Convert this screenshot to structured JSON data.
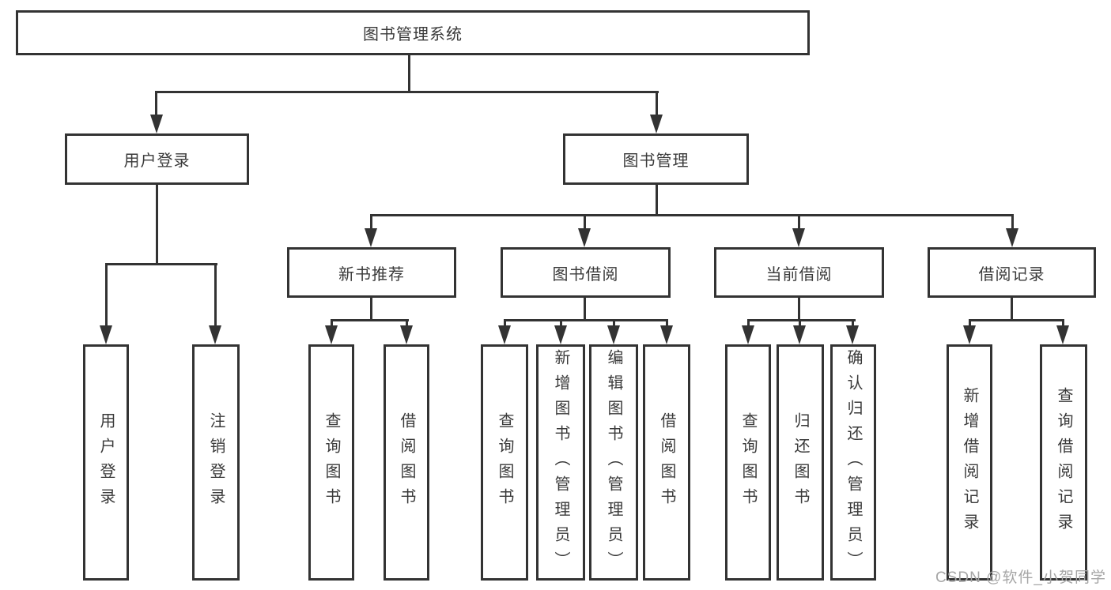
{
  "diagram_type": "hierarchy-tree",
  "tree": {
    "label": "图书管理系统",
    "children": [
      {
        "label": "用户登录",
        "children": [
          {
            "label": "用户登录"
          },
          {
            "label": "注销登录"
          }
        ]
      },
      {
        "label": "图书管理",
        "children": [
          {
            "label": "新书推荐",
            "children": [
              {
                "label": "查询图书"
              },
              {
                "label": "借阅图书"
              }
            ]
          },
          {
            "label": "图书借阅",
            "children": [
              {
                "label": "查询图书"
              },
              {
                "label": "新增图书（管理员）"
              },
              {
                "label": "编辑图书（管理员）"
              },
              {
                "label": "借阅图书"
              }
            ]
          },
          {
            "label": "当前借阅",
            "children": [
              {
                "label": "查询图书"
              },
              {
                "label": "归还图书"
              },
              {
                "label": "确认归还（管理员）"
              }
            ]
          },
          {
            "label": "借阅记录",
            "children": [
              {
                "label": "新增借阅记录"
              },
              {
                "label": "查询借阅记录"
              }
            ]
          }
        ]
      }
    ]
  },
  "watermark": {
    "text": "CSDN @软件_小贺同学"
  },
  "colors": {
    "line": "#333333",
    "text": "#3a3a3a",
    "watermark": "#a6a6a6",
    "background": "#ffffff"
  }
}
